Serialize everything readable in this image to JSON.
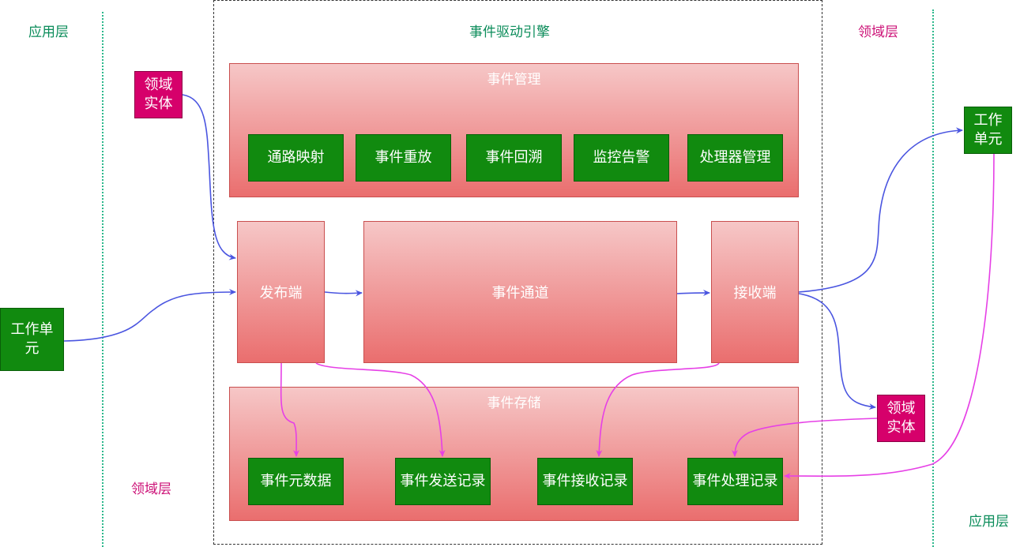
{
  "layers": {
    "app_left": "应用层",
    "domain_right_top": "领域层",
    "domain_left_bottom": "领域层",
    "app_right_bottom": "应用层"
  },
  "engine": {
    "title": "事件驱动引擎"
  },
  "management": {
    "title": "事件管理",
    "items": [
      "通路映射",
      "事件重放",
      "事件回溯",
      "监控告警",
      "处理器管理"
    ]
  },
  "channel": {
    "publisher": "发布端",
    "channel": "事件通道",
    "receiver": "接收端"
  },
  "storage": {
    "title": "事件存储",
    "items": [
      "事件元数据",
      "事件发送记录",
      "事件接收记录",
      "事件处理记录"
    ]
  },
  "external": {
    "work_unit_left": "工作单元",
    "domain_entity_left": "领域实体",
    "work_unit_right": "工作单元",
    "domain_entity_right": "领域实体"
  },
  "colors": {
    "app_layer": "#0b8c5a",
    "domain_layer": "#cc1177",
    "green_box": "#118a0f",
    "magenta_box": "#d6006b",
    "blue_edge": "#4a55e0",
    "pink_edge": "#e640e6"
  }
}
